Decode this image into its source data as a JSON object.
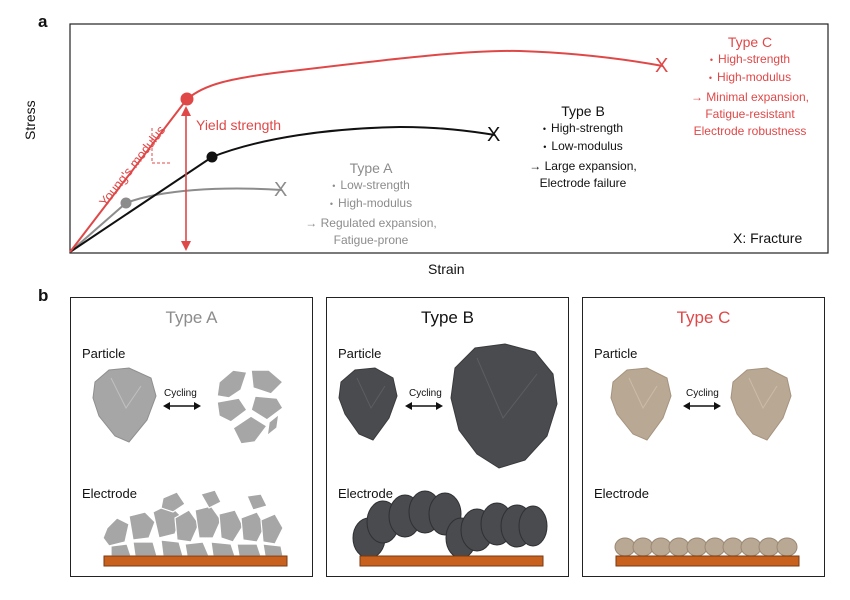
{
  "panel_a": {
    "letter": "a",
    "x_label": "Strain",
    "y_label": "Stress",
    "youngs_modulus": "Young's modulus",
    "yield_strength": "Yield strength",
    "fracture_legend": "X: Fracture",
    "fracture_mark": "X",
    "type_a": {
      "name": "Type A",
      "bullet1": "Low-strength",
      "bullet2": "High-modulus",
      "arrow_text1": "→ Regulated expansion,",
      "arrow_text2": "Fatigue-prone"
    },
    "type_b": {
      "name": "Type B",
      "bullet1": "High-strength",
      "bullet2": "Low-modulus",
      "arrow_text1": "→ Large expansion,",
      "arrow_text2": "Electrode failure"
    },
    "type_c": {
      "name": "Type C",
      "bullet1": "High-strength",
      "bullet2": "High-modulus",
      "arrow_text1": "→ Minimal expansion,",
      "arrow_text2": "Fatigue-resistant",
      "arrow_text3": "Electrode robustness"
    }
  },
  "panel_b": {
    "letter": "b",
    "cards": [
      {
        "title": "Type A",
        "particle": "Particle",
        "cycling": "Cycling",
        "electrode": "Electrode"
      },
      {
        "title": "Type B",
        "particle": "Particle",
        "cycling": "Cycling",
        "electrode": "Electrode"
      },
      {
        "title": "Type C",
        "particle": "Particle",
        "cycling": "Cycling",
        "electrode": "Electrode"
      }
    ]
  },
  "colors": {
    "type_a": "#8c8c8c",
    "type_b": "#111111",
    "type_c": "#e04848",
    "substrate": "#c8601e"
  }
}
